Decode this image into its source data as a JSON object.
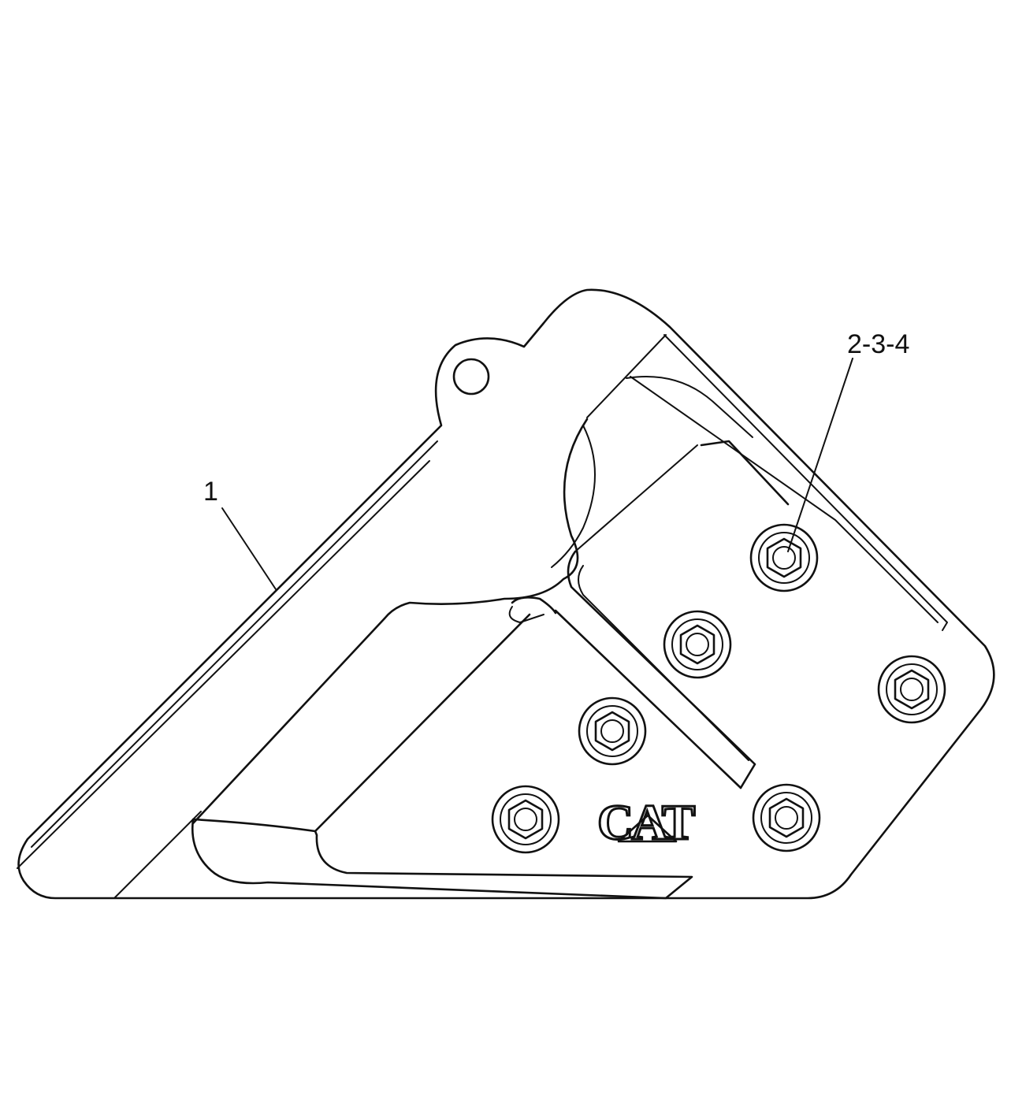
{
  "callouts": {
    "part_main": "1",
    "part_fasteners": "2-3-4"
  },
  "logo": {
    "text": "CAT"
  },
  "colors": {
    "line": "#111111",
    "background": "#ffffff"
  }
}
